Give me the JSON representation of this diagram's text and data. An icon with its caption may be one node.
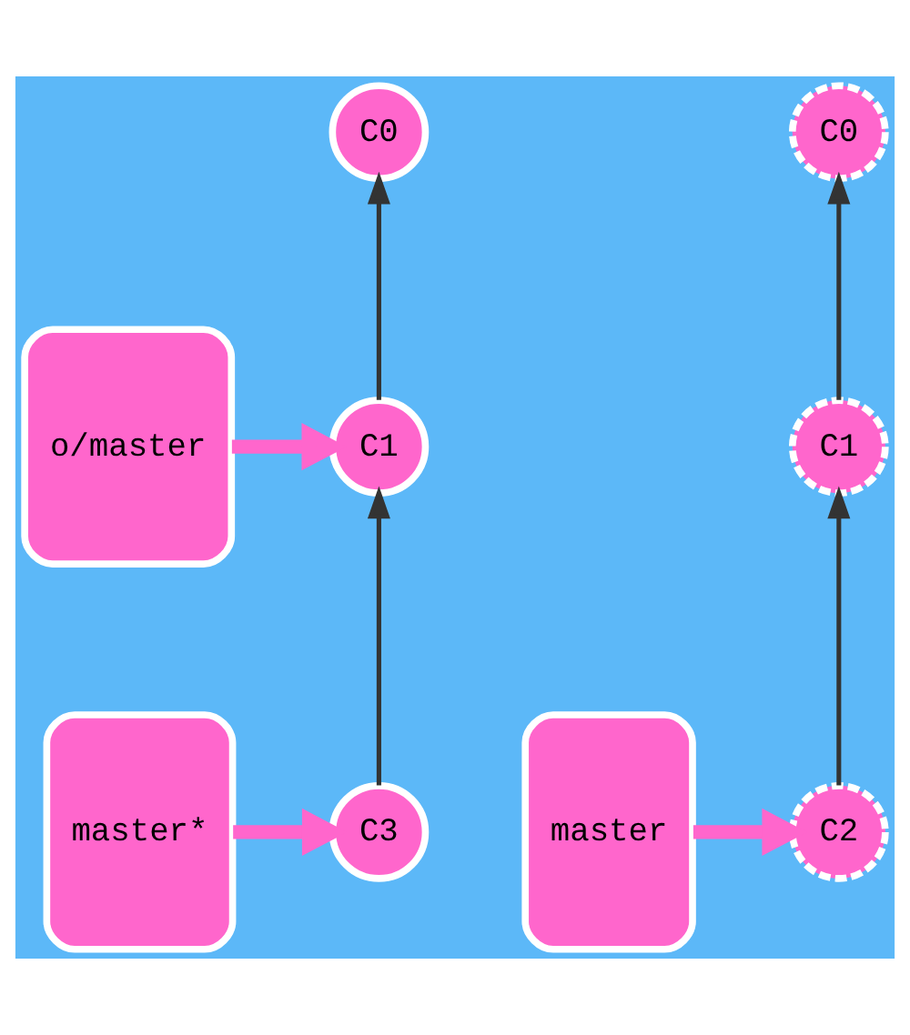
{
  "diagram": {
    "nodes": [
      {
        "text": [
          "C0"
        ]
      },
      {
        "text": [
          "C1"
        ]
      },
      {
        "text": [
          "C3"
        ]
      },
      {
        "text": [
          "o/master"
        ]
      },
      {
        "text": [
          "master*"
        ]
      },
      {
        "text": [
          "C0"
        ]
      },
      {
        "text": [
          "C1"
        ]
      },
      {
        "text": [
          "C2"
        ]
      },
      {
        "text": [
          "master"
        ]
      }
    ],
    "edges": [
      {
        "from": 1,
        "to": 0,
        "arrow": "to"
      },
      {
        "from": 2,
        "to": 1,
        "arrow": "to"
      },
      {
        "from": 3,
        "to": 1,
        "arrow": "to",
        "style": "thick",
        "color": "#ff66cc"
      },
      {
        "from": 4,
        "to": 2,
        "arrow": "to",
        "style": "thick",
        "color": "#ff66cc"
      },
      {
        "from": 6,
        "to": 5,
        "arrow": "to"
      },
      {
        "from": 7,
        "to": 6,
        "arrow": "to"
      },
      {
        "from": 8,
        "to": 7,
        "arrow": "to",
        "style": "thick",
        "color": "#ff66cc"
      }
    ]
  }
}
